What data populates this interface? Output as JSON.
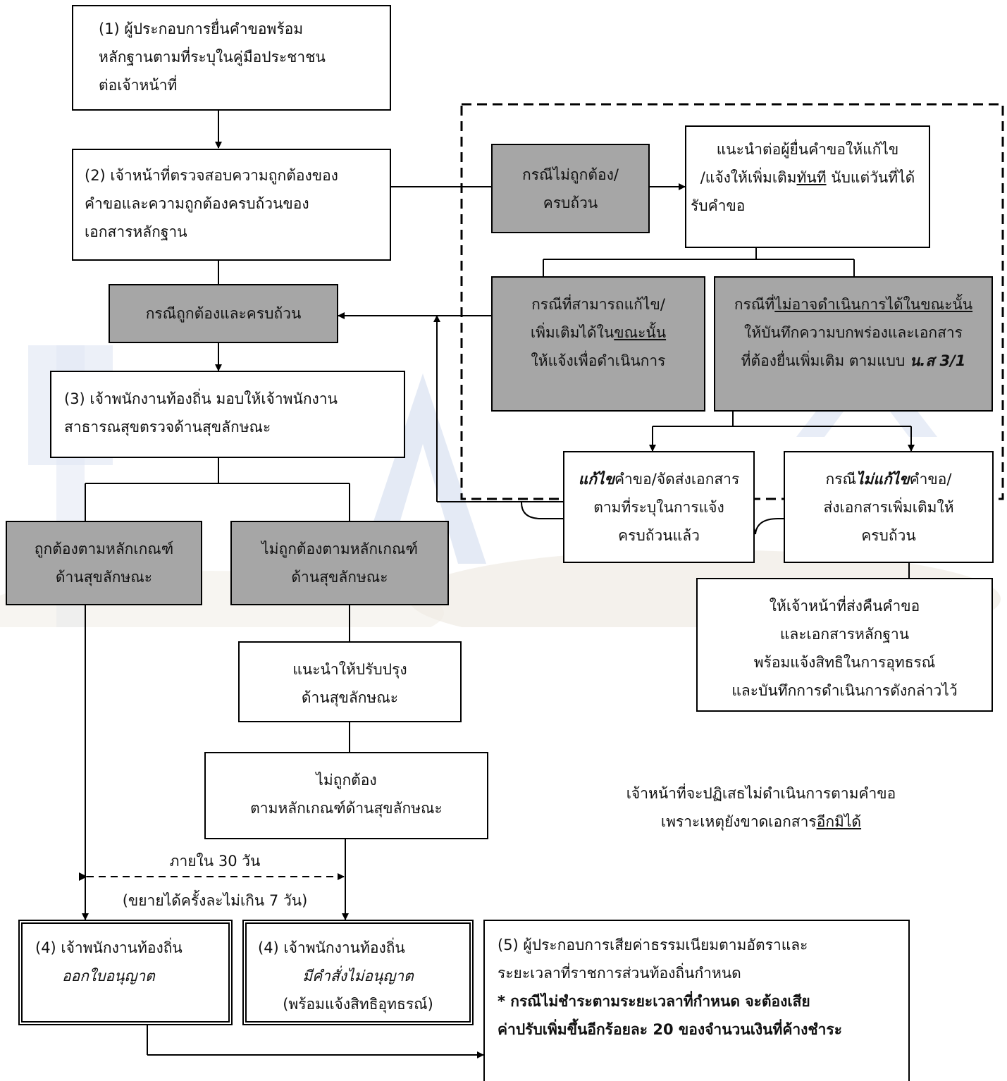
{
  "boxes": {
    "b1": [
      "(1) ผู้ประกอบการยื่นคำขอพร้อม",
      "หลักฐานตามที่ระบุในคู่มือประชาชน",
      "ต่อเจ้าหน้าที่"
    ],
    "b2": [
      "(2)  เจ้าหน้าที่ตรวจสอบความถูกต้องของ",
      "คำขอและความถูกต้องครบถ้วนของ",
      "เอกสารหลักฐาน"
    ],
    "incorrect": [
      "กรณีไม่ถูกต้อง/",
      "ครบถ้วน"
    ],
    "advise": {
      "l1": "แนะนำต่อผู้ยื่นคำขอให้แก้ไข",
      "l2a": "/แจ้งให้เพิ่มเติม",
      "l2u": "ทันที",
      "l2b": " นับแต่วันที่ได้",
      "l3": "รับคำขอ"
    },
    "correct": "กรณีถูกต้องและครบถ้วน",
    "can_fix": {
      "l1": "กรณีที่สามารถแก้ไข/",
      "l2a": "เพิ่มเติมได้ใน",
      "l2u": "ขณะนั้น",
      "l3": "ให้แจ้งเพื่อดำเนินการ"
    },
    "cannot": {
      "l1a": "กรณีที่",
      "l1u": "ไม่อาจดำเนินการได้ในขณะนั้น",
      "l2": "ให้บันทึกความบกพร่องและเอกสาร",
      "l3a": "ที่ต้องยื่นเพิ่มเติม ตามแบบ ",
      "l3b": "น.ส 3/1"
    },
    "b3": [
      "(3) เจ้าพนักงานท้องถิ่น มอบให้เจ้าพนักงาน",
      "สาธารณสุขตรวจด้านสุขลักษณะ"
    ],
    "fixed": {
      "l1b": "แก้ไข",
      "l1a": "คำขอ/จัดส่งเอกสาร",
      "l2": "ตามที่ระบุในการแจ้ง",
      "l3": "ครบถ้วนแล้ว"
    },
    "not_fixed": {
      "l1a": "กรณี",
      "l1b": "ไม่แก้ไข",
      "l1c": "คำขอ/",
      "l2": "ส่งเอกสารเพิ่มเติมให้",
      "l3": "ครบถ้วน"
    },
    "hyg_ok": [
      "ถูกต้องตามหลักเกณฑ์",
      "ด้านสุขลักษณะ"
    ],
    "hyg_bad": [
      "ไม่ถูกต้องตามหลักเกณฑ์",
      "ด้านสุขลักษณะ"
    ],
    "return_docs": [
      "ให้เจ้าหน้าที่ส่งคืนคำขอ",
      "และเอกสารหลักฐาน",
      "พร้อมแจ้งสิทธิในการอุทธรณ์",
      "และบันทึกการดำเนินการดังกล่าวไว้"
    ],
    "improve": [
      "แนะนำให้ปรับปรุง",
      "ด้านสุขลักษณะ"
    ],
    "incorrect_hyg": [
      "ไม่ถูกต้อง",
      "ตามหลักเกณฑ์ด้านสุขลักษณะ"
    ],
    "issue": {
      "l1": "(4)  เจ้าพนักงานท้องถิ่น",
      "l2": "ออกใบอนุญาต"
    },
    "deny": {
      "l1": "(4)  เจ้าพนักงานท้องถิ่น",
      "l2": "มีคำสั่งไม่อนุญาต",
      "l3": "(พร้อมแจ้งสิทธิอุทธรณ์)"
    },
    "fee": {
      "l1": " (5) ผู้ประกอบการเสียค่าธรรมเนียมตามอัตราและ",
      "l2": "ระยะเวลาที่ราชการส่วนท้องถิ่นกำหนด",
      "l3": "* กรณีไม่ชำระตามระยะเวลาที่กำหนด จะต้องเสีย",
      "l4": "ค่าปรับเพิ่มขึ้นอีกร้อยละ 20 ของจำนวนเงินที่ค้างชำระ"
    }
  },
  "notes": {
    "reject_l1": "เจ้าหน้าที่จะปฏิเสธไม่ดำเนินการตามคำขอ",
    "reject_l2a": "เพราะเหตุยังขาดเอกสาร",
    "reject_l2u": "อีกมิได้",
    "within": "ภายใน 30 วัน",
    "extend": "(ขยายได้ครั้งละไม่เกิน 7 วัน)"
  }
}
